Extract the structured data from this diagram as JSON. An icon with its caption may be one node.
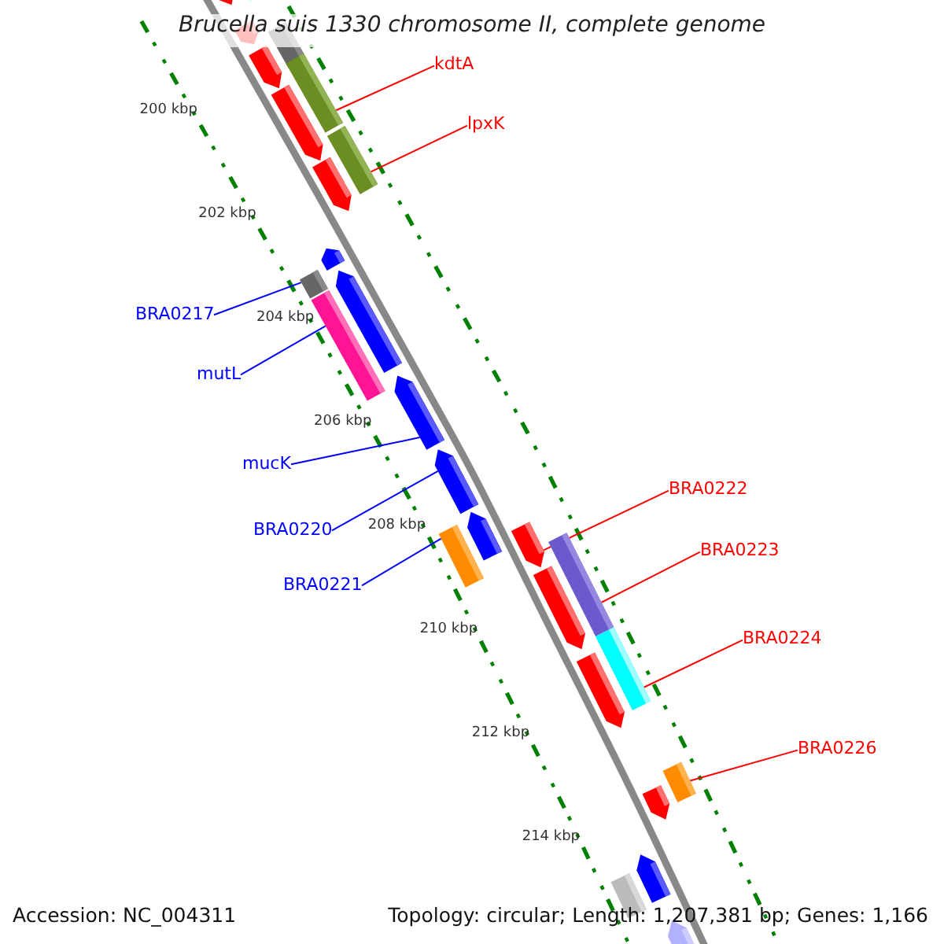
{
  "diagram": {
    "title": "Brucella suis 1330 chromosome II, complete genome",
    "nodes": [
      {
        "text": [
          "kdtA"
        ]
      },
      {
        "text": [
          "lpxK"
        ]
      },
      {
        "text": [
          "BRA0217"
        ]
      },
      {
        "text": [
          "mutL"
        ]
      },
      {
        "text": [
          "mucK"
        ]
      },
      {
        "text": [
          "BRA0220"
        ]
      },
      {
        "text": [
          "BRA0221"
        ]
      },
      {
        "text": [
          "BRA0222"
        ]
      },
      {
        "text": [
          "BRA0223"
        ]
      },
      {
        "text": [
          "BRA0224"
        ]
      },
      {
        "text": [
          "BRA0226"
        ]
      },
      {
        "text": [],
        "shape": "bar"
      },
      {
        "text": [],
        "shape": "pentagon"
      },
      {
        "text": [],
        "shape": "pentagon"
      },
      {
        "text": [],
        "shape": "bar"
      },
      {
        "text": [],
        "shape": "pentagon"
      },
      {
        "text": [],
        "shape": "bar"
      },
      {
        "text": [],
        "shape": "pentagon"
      },
      {
        "text": [],
        "shape": "bar"
      },
      {
        "text": [],
        "shape": "pentagon"
      },
      {
        "text": [],
        "shape": "pentagon"
      },
      {
        "text": [],
        "shape": "bar"
      },
      {
        "text": [],
        "shape": "pentagon"
      },
      {
        "text": [],
        "shape": "bar"
      },
      {
        "text": [],
        "shape": "pentagon"
      },
      {
        "text": [],
        "shape": "pentagon"
      },
      {
        "text": [],
        "shape": "pentagon"
      },
      {
        "text": [],
        "shape": "bar"
      },
      {
        "text": [],
        "shape": "pentagon"
      },
      {
        "text": [],
        "shape": "bar"
      },
      {
        "text": [],
        "shape": "pentagon"
      },
      {
        "text": [],
        "shape": "bar"
      },
      {
        "text": [],
        "shape": "pentagon"
      },
      {
        "text": [],
        "shape": "bar"
      },
      {
        "text": [],
        "shape": "pentagon"
      },
      {
        "text": [],
        "shape": "pentagon"
      },
      {
        "text": [],
        "shape": "bar"
      },
      {
        "text": [],
        "shape": "pentagon"
      }
    ],
    "edges": [
      {
        "from": 0,
        "to": 16,
        "arrow": "none",
        "color": "#ff0000"
      },
      {
        "from": 1,
        "to": 18,
        "arrow": "none",
        "color": "#ff0000"
      },
      {
        "from": 2,
        "to": 21,
        "arrow": "none",
        "color": "#0000ff"
      },
      {
        "from": 3,
        "to": 23,
        "arrow": "none",
        "color": "#0000ff"
      },
      {
        "from": 4,
        "to": 24,
        "arrow": "none",
        "color": "#0000ff"
      },
      {
        "from": 5,
        "to": 25,
        "arrow": "none",
        "color": "#0000ff"
      },
      {
        "from": 6,
        "to": 27,
        "arrow": "none",
        "color": "#0000ff"
      },
      {
        "from": 7,
        "to": 28,
        "arrow": "none",
        "color": "#ff0000"
      },
      {
        "from": 8,
        "to": 29,
        "arrow": "none",
        "color": "#ff0000"
      },
      {
        "from": 9,
        "to": 31,
        "arrow": "none",
        "color": "#ff0000"
      },
      {
        "from": 10,
        "to": 33,
        "arrow": "none",
        "color": "#ff0000"
      }
    ],
    "labels": [
      "200 kbp",
      "202 kbp",
      "204 kbp",
      "206 kbp",
      "208 kbp",
      "210 kbp",
      "212 kbp",
      "214 kbp",
      "Accession: NC_004311",
      "Topology: circular; Length: 1,207,381 bp; Genes: 1,166"
    ]
  }
}
